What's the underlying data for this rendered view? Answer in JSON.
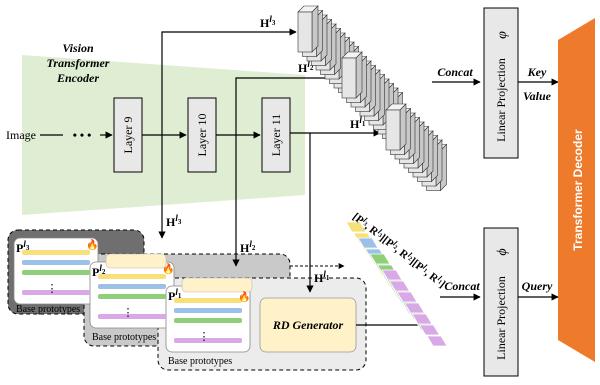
{
  "encoder": {
    "title_lines": [
      "Vision",
      "Transformer",
      "Encoder"
    ],
    "input_label": "Image",
    "dots": "• • •",
    "layers": [
      "Layer 9",
      "Layer 10",
      "Layer 11"
    ]
  },
  "features": {
    "h_base": "H",
    "sup_base": "l",
    "subs": [
      "3",
      "2",
      "1"
    ]
  },
  "operators": {
    "concat_top": "Concat",
    "concat_bottom": "Concat",
    "key": "Key",
    "value": "Value",
    "query": "Query"
  },
  "projections": {
    "top_label": "Linear Projection",
    "top_symbol": "φ",
    "bottom_label": "Linear Projection",
    "bottom_symbol": "ϕ"
  },
  "decoder": {
    "label": "Transformer Decoder"
  },
  "prototypes": {
    "p_base": "P",
    "cards": [
      {
        "sub": "3",
        "caption": "Base prototypes"
      },
      {
        "sub": "2",
        "caption": "Base prototypes"
      },
      {
        "sub": "1",
        "caption": "Base prototypes"
      }
    ],
    "ellipsis": "⋮",
    "flame": "🔥"
  },
  "rd_generator": {
    "label": "RD Generator"
  },
  "stack_label": "[P^{l_3}, R^{l_3}][P^{l_2}, R^{l_2}][P^{l_1}, R^{l_1}]",
  "colors": {
    "encoder_region": "#dfeed3",
    "proto_yellow": "#f7e07a",
    "proto_blue": "#9cc0e8",
    "proto_green": "#8fcf7a",
    "proto_purple": "#d9a8e6",
    "rd_fill": "#fff2c8",
    "decoder": "#ee7b2c",
    "cube_fill": "#e6e6e6"
  }
}
